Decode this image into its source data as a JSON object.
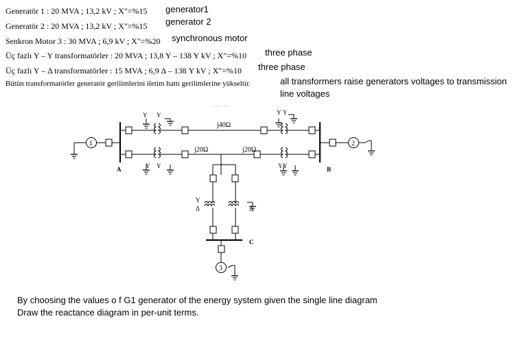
{
  "spec": {
    "lines": [
      {
        "tr": "Generatör 1 : 20 MVA ; 13,2 kV ;  X\"=%15",
        "en": "generator1"
      },
      {
        "tr": "Generatör 2 : 20 MVA ; 13,2 kV ;  X\"=%15",
        "en": "generator 2"
      },
      {
        "tr": "Senkron Motor 3 : 30 MVA ; 6,9 kV ;  X\"=%20",
        "en": "synchronous motor"
      },
      {
        "tr": "Üç fazlı Y – Y transformatörler : 20 MVA ; 13,8 Y – 138 Y kV ;  X\"=%10",
        "en": "three phase"
      },
      {
        "tr": "Üç fazlı Y – Δ transformatörler : 15 MVA ; 6,9 Δ – 138 Y kV ;  X\"=%10",
        "en": "three phase"
      },
      {
        "tr": "Bütün transformatörler generatör gerilimlerini iletim hattı gerilimlerine yükseltir.",
        "en": "all transformers raise generators voltages to transmission",
        "en2": "line voltages"
      }
    ]
  },
  "diagram": {
    "line_top": "j40Ω",
    "line_left": "j20Ω",
    "line_right": "j20Ω",
    "bus_a": "A",
    "bus_b": "B",
    "bus_c": "C",
    "gen1": "1",
    "gen2": "2",
    "motor3": "3",
    "wye": "Y",
    "delta": "Δ"
  },
  "question": {
    "line1": "By choosing the values o f G1 generator of the energy system given the single line diagram",
    "line2": "Draw the reactance diagram in per-unit terms."
  }
}
